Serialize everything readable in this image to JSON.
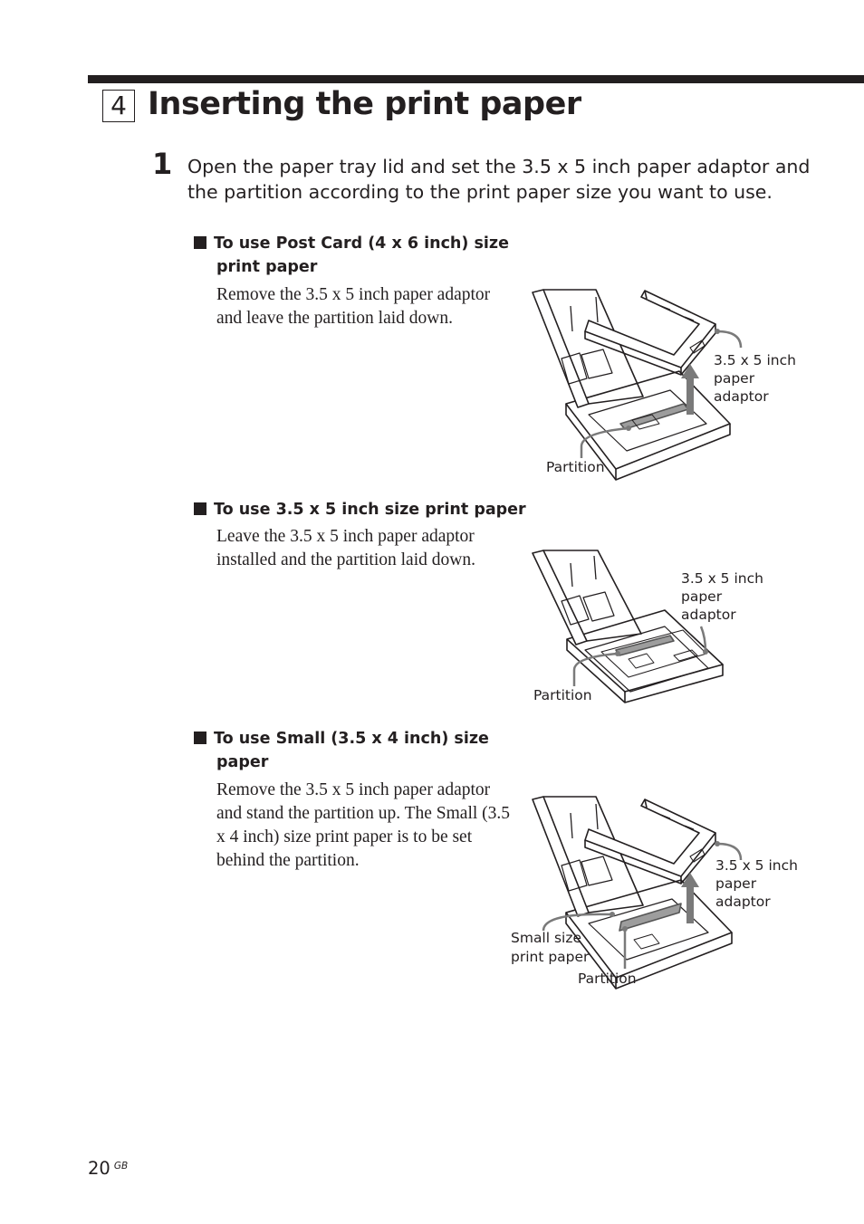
{
  "section": {
    "number": "4",
    "title": "Inserting the print paper"
  },
  "step": {
    "number": "1",
    "text": "Open the paper tray lid and set the 3.5 x 5 inch paper adaptor and the partition according to the print paper size you want to use."
  },
  "cases": [
    {
      "heading_line1": "To use Post Card (4 x 6 inch) size",
      "heading_line2": "print paper",
      "body": "Remove the 3.5 x 5 inch paper adaptor and leave the partition laid down.",
      "labels": {
        "adaptor_l1": "3.5 x 5 inch",
        "adaptor_l2": "paper",
        "adaptor_l3": "adaptor",
        "partition": "Partition"
      }
    },
    {
      "heading_line1": "To use 3.5 x 5 inch size print paper",
      "body": "Leave the 3.5 x 5 inch paper adaptor installed and the partition laid down.",
      "labels": {
        "adaptor_l1": "3.5 x 5 inch",
        "adaptor_l2": "paper",
        "adaptor_l3": "adaptor",
        "partition": "Partition"
      }
    },
    {
      "heading_line1": "To use Small (3.5 x 4 inch) size",
      "heading_line2": "paper",
      "body": "Remove the 3.5 x 5 inch paper adaptor and stand the partition up. The Small (3.5 x 4 inch) size print paper is to be set behind the partition.",
      "labels": {
        "adaptor_l1": "3.5 x 5 inch",
        "adaptor_l2": "paper",
        "adaptor_l3": "adaptor",
        "partition": "Partition",
        "small_l1": "Small size",
        "small_l2": "print paper"
      }
    }
  ],
  "footer": {
    "page_number": "20",
    "region": "GB"
  }
}
